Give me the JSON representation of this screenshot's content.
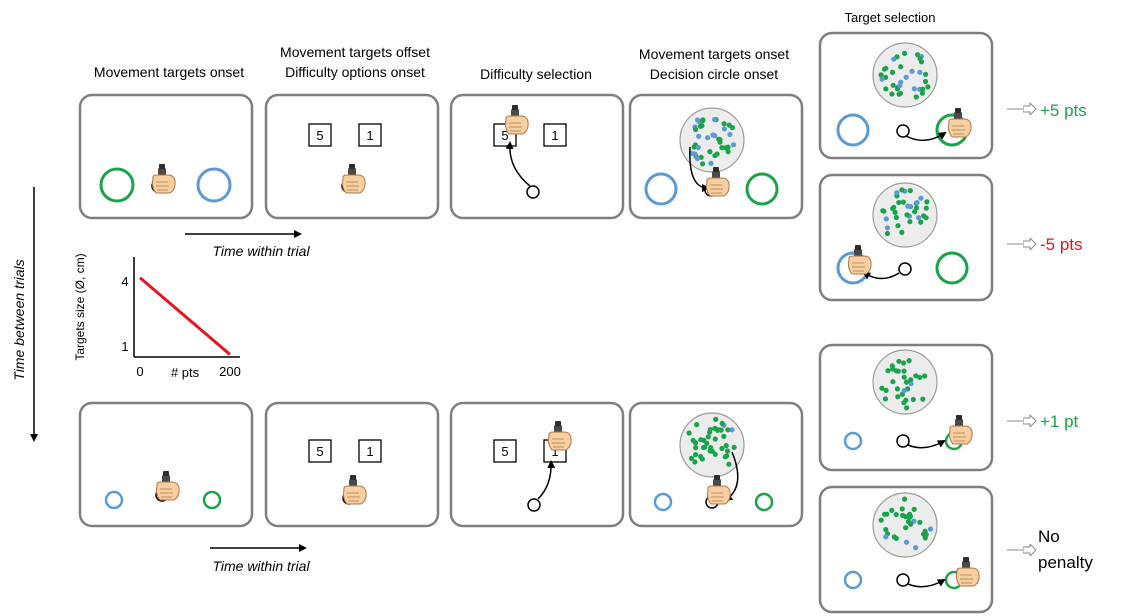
{
  "headers": {
    "stage1": "Movement targets onset",
    "stage2_line1": "Movement targets offset",
    "stage2_line2": "Difficulty options onset",
    "stage3": "Difficulty selection",
    "stage4_line1": "Movement targets onset",
    "stage4_line2": "Decision circle onset",
    "stage5": "Target selection"
  },
  "time_within_trial": "Time within trial",
  "time_between_trials": "Time between trials",
  "options": {
    "high": "5",
    "low": "1"
  },
  "outcomes": {
    "top_success": "+5 pts",
    "top_fail": "-5 pts",
    "bottom_success": "+1 pt",
    "bottom_fail_line1": "No",
    "bottom_fail_line2": "penalty"
  },
  "colors": {
    "positive": "#1aa34a",
    "negative": "#e8141b",
    "blue_target": "#5b9bd5",
    "green_target": "#1aa34a",
    "panel_border": "#7f7f7f",
    "inset_line": "#e8141b"
  },
  "chart_data": {
    "type": "line",
    "title": "",
    "xlabel": "# pts",
    "ylabel": "Targets size (Ø, cm)",
    "xticks": [
      "0",
      "200"
    ],
    "yticks": [
      "1",
      "4"
    ],
    "xlim": [
      0,
      200
    ],
    "ylim": [
      1,
      4
    ],
    "series": [
      {
        "x": [
          0,
          200
        ],
        "y": [
          4.2,
          0.6
        ]
      }
    ]
  }
}
